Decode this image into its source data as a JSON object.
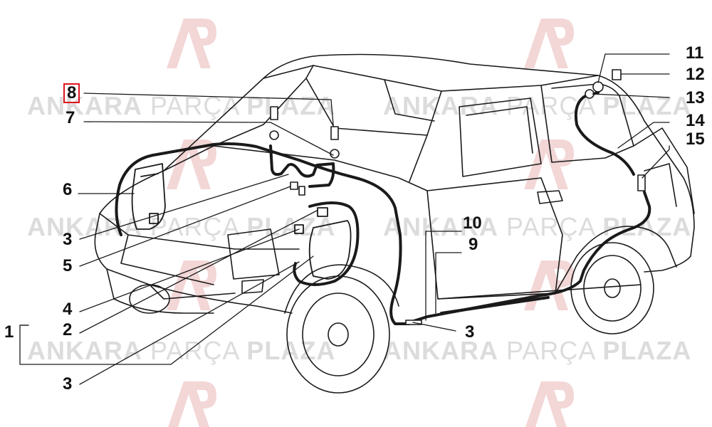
{
  "figure": {
    "callouts": [
      {
        "id": "c1",
        "text": "1"
      },
      {
        "id": "c2",
        "text": "2"
      },
      {
        "id": "c3a",
        "text": "3"
      },
      {
        "id": "c3b",
        "text": "3"
      },
      {
        "id": "c3c",
        "text": "3"
      },
      {
        "id": "c4",
        "text": "4"
      },
      {
        "id": "c5",
        "text": "5"
      },
      {
        "id": "c6",
        "text": "6"
      },
      {
        "id": "c7",
        "text": "7"
      },
      {
        "id": "c8",
        "text": "8"
      },
      {
        "id": "c9",
        "text": "9"
      },
      {
        "id": "c10",
        "text": "10"
      },
      {
        "id": "c11",
        "text": "11"
      },
      {
        "id": "c12",
        "text": "12"
      },
      {
        "id": "c13",
        "text": "13"
      },
      {
        "id": "c14",
        "text": "14"
      },
      {
        "id": "c15",
        "text": "15"
      }
    ],
    "highlighted_callout": "8",
    "highlight_color": "#e0141e"
  },
  "watermark": {
    "word1": "ANKARA",
    "word2": "PARÇA",
    "word3": "PLAZA",
    "logo_color": "#f3d6d6",
    "text_color": "#dcdcdc"
  }
}
